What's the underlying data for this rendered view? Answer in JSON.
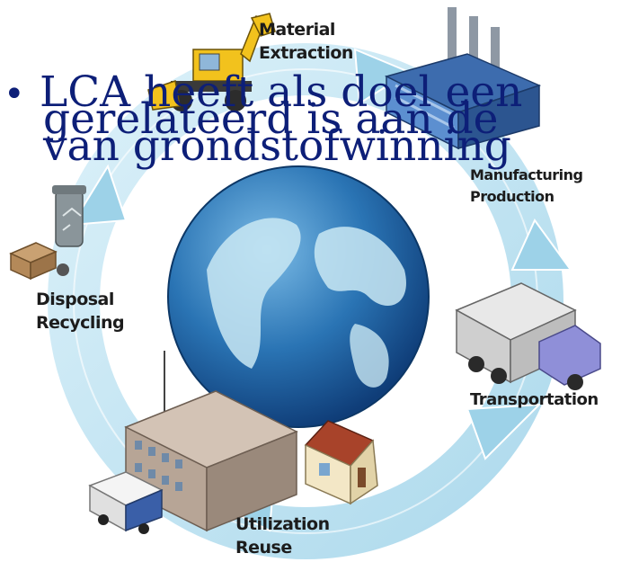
{
  "stages": {
    "material": [
      "Material",
      "Extraction"
    ],
    "manufacturing": [
      "Manufacturing",
      "Production"
    ],
    "transportation": [
      "Transportation"
    ],
    "utilization": [
      "Utilization",
      "Reuse"
    ],
    "disposal": [
      "Disposal",
      "Recycling"
    ]
  },
  "bullet": {
    "marker": "•",
    "line1": "LCA heeft als doel een",
    "line2": "gerelateerd is aan de",
    "line3": "van grondstofwinning"
  },
  "colors": {
    "cycle_arrow": "#aeddee",
    "globe_ocean": "#2a74b4",
    "globe_land": "#c9e7f3",
    "bullet_text": "#0d1f78"
  },
  "icons": [
    "excavator-icon",
    "factory-icon",
    "truck-icon",
    "house-icon",
    "buildings-icon",
    "van-icon",
    "recycle-bin-icon",
    "cart-icon",
    "globe-icon"
  ]
}
